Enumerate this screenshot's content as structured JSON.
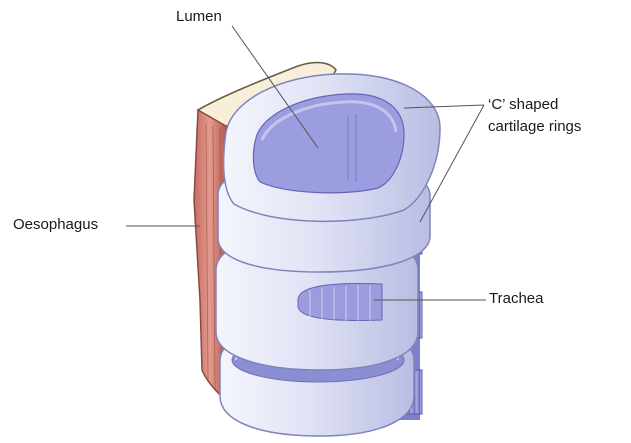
{
  "labels": {
    "lumen": "Lumen",
    "c_shaped_line1": "‘C’ shaped",
    "c_shaped_line2": "cartilage rings",
    "oesophagus": "Oesophagus",
    "trachea": "Trachea"
  },
  "colors": {
    "cartilage": "#dfe2f6",
    "cartilage_edge": "#8d91c4",
    "muscle_band": "#7f7fd0",
    "oesophagus": "#d9897b",
    "oesophagus_edge": "#9b4f44",
    "lumen": "#a4a6df",
    "leader_line": "#555555"
  }
}
